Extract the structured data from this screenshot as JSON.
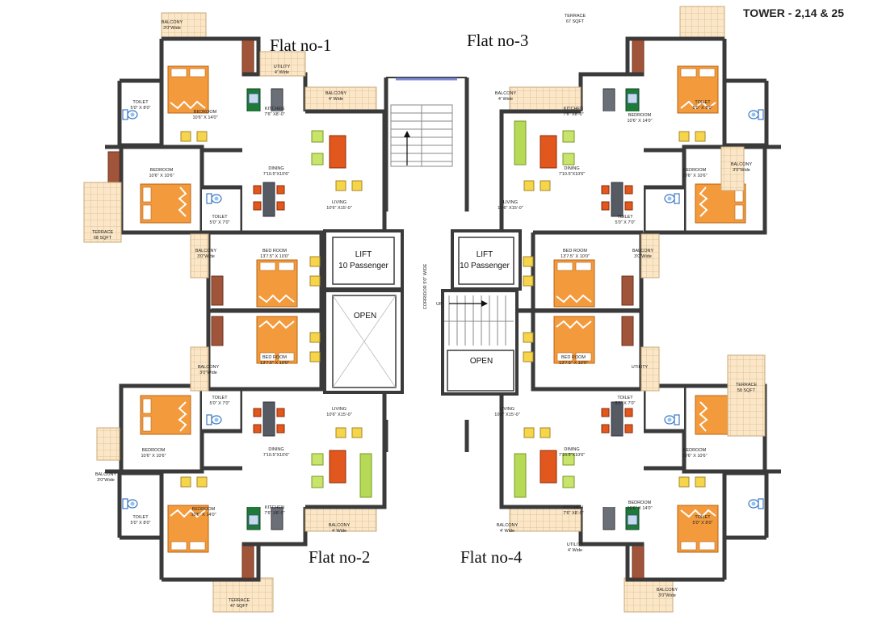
{
  "tower_title": "TOWER - 2,14 & 25",
  "flats": {
    "f1": "Flat no-1",
    "f2": "Flat no-2",
    "f3": "Flat no-3",
    "f4": "Flat no-4"
  },
  "core": {
    "lift_left_1": "LIFT",
    "lift_left_2": "10 Passenger",
    "lift_right_1": "LIFT",
    "lift_right_2": "10 Passenger",
    "open_left": "OPEN",
    "open_right": "OPEN",
    "corridor": "CORRIDOR 5'0\" WIDE",
    "up": "UP"
  },
  "rooms": {
    "balcony_3wide": "BALCONY",
    "balcony_3wide_size": "3'0\"Wide",
    "balcony_4wide": "BALCONY",
    "balcony_4wide_size": "4' Wide",
    "utility": "UTILITY",
    "utility_size": "4' Wide",
    "kitchen": "KITCHEN",
    "kitchen_size": "7'6\" X8'-0\"",
    "toilet": "TOILET",
    "toilet_size_8": "5'0\" X 8'0\"",
    "toilet_size_7": "5'0\" X 7'0\"",
    "bedroom": "BEDROOM",
    "bedroom_size_14": "10'6\" X 14'0\"",
    "bedroom_size_10": "10'6\" X 10'6\"",
    "bedroom_mid": "BED ROOM",
    "bedroom_mid_size": "13'7.5\" X 10'0\"",
    "dining": "DINING",
    "dining_size": "7'10.5\"X10'6\"",
    "living": "LIVING",
    "living_size": "10'6\" X15'-0\"",
    "terrace": "TERRACE",
    "terrace_size_67": "67 SQFT",
    "terrace_size_58": "58 SQFT",
    "terrace_size_68": "68 SQFT",
    "terrace_size_47": "47 SQFT"
  }
}
